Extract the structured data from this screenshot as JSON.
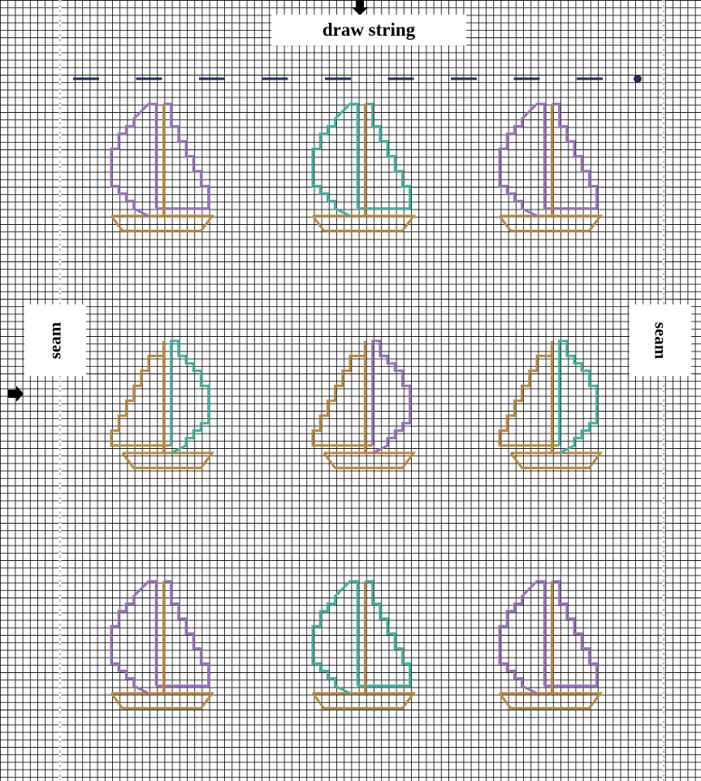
{
  "labels": {
    "top": "draw string",
    "left_seam": "seam",
    "right_seam": "seam"
  },
  "colors": {
    "grid": "#1a1a1a",
    "seam_line": "#a0a8b8",
    "dash": "#1f2d5c",
    "dot": "#1f2d5c",
    "purple": "#9c6fc2",
    "teal": "#3fb2a1",
    "gold": "#b98a3e",
    "label_bg": "#ffffff",
    "label_text": "#000000"
  },
  "motif": "sailboat",
  "arrows": [
    "down-arrow-top",
    "right-arrow-left"
  ],
  "boats": [
    {
      "row": 1,
      "col": 1,
      "facing": "left",
      "sail": "purple"
    },
    {
      "row": 1,
      "col": 2,
      "facing": "left",
      "sail": "teal"
    },
    {
      "row": 1,
      "col": 3,
      "facing": "left",
      "sail": "purple"
    },
    {
      "row": 2,
      "col": 1,
      "facing": "right",
      "sail": "teal"
    },
    {
      "row": 2,
      "col": 2,
      "facing": "right",
      "sail": "purple"
    },
    {
      "row": 2,
      "col": 3,
      "facing": "right",
      "sail": "teal"
    },
    {
      "row": 3,
      "col": 1,
      "facing": "left",
      "sail": "purple"
    },
    {
      "row": 3,
      "col": 2,
      "facing": "left",
      "sail": "teal"
    },
    {
      "row": 3,
      "col": 3,
      "facing": "left",
      "sail": "purple"
    }
  ]
}
